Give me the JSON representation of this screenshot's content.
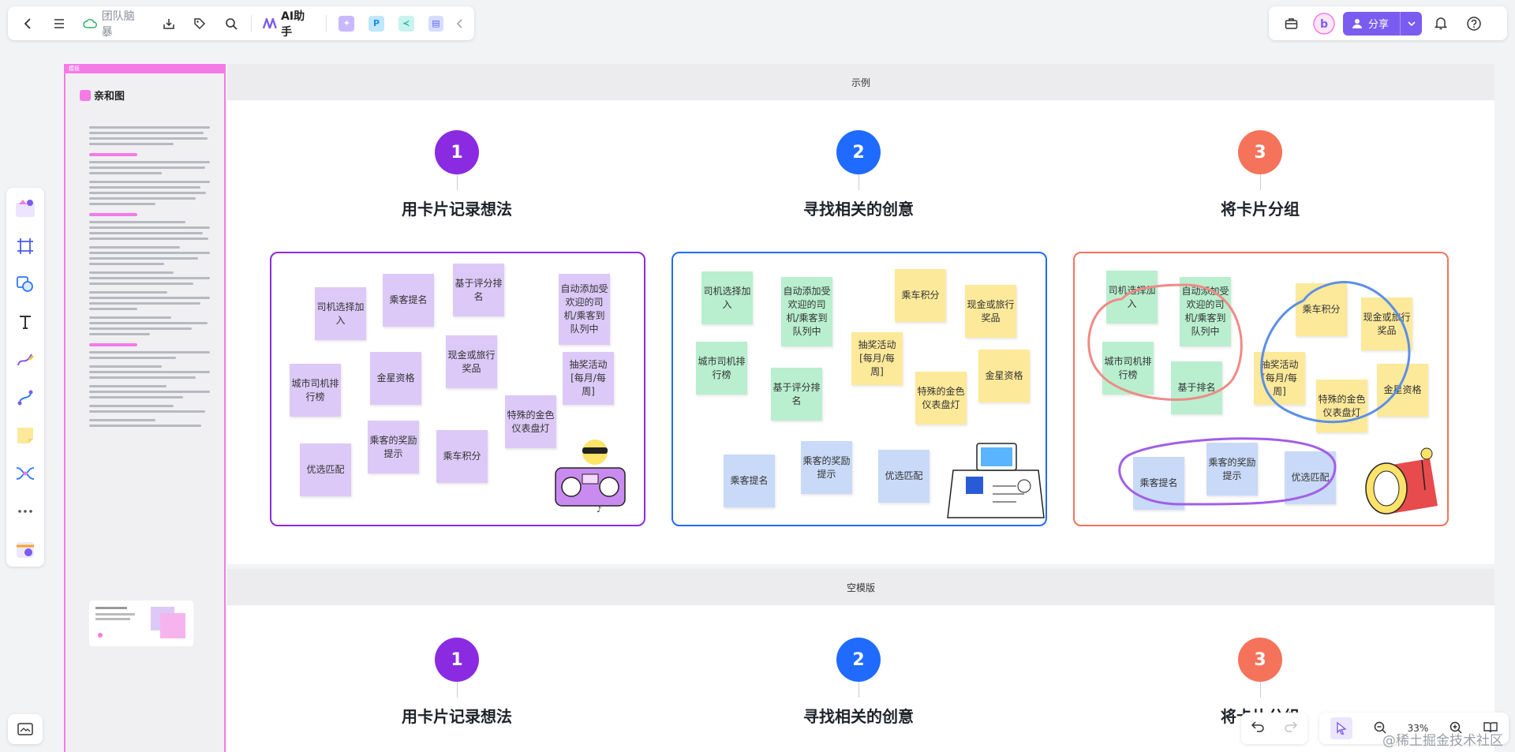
{
  "toolbar": {
    "doc_title": "团队脑暴",
    "ai_label": "AI助手",
    "app_icon_p": "P"
  },
  "topright": {
    "share_label": "分享"
  },
  "doc_panel": {
    "header": "模板",
    "title": "亲和图"
  },
  "sections": {
    "example_label": "示例",
    "blank_label": "空模版"
  },
  "steps": [
    {
      "number": "1",
      "title": "用卡片记录想法",
      "color": "#8a2be2"
    },
    {
      "number": "2",
      "title": "寻找相关的创意",
      "color": "#1f6bff"
    },
    {
      "number": "3",
      "title": "将卡片分组",
      "color": "#f5735a"
    }
  ],
  "frame1": {
    "notes": [
      "司机选择加入",
      "乘客提名",
      "基于评分排名",
      "自动添加受欢迎的司机/乘客到队列中",
      "城市司机排行榜",
      "金星资格",
      "现金或旅行奖品",
      "抽奖活动[每月/每周]",
      "特殊的金色仪表盘灯",
      "乘客的奖励提示",
      "乘车积分",
      "优选匹配"
    ]
  },
  "frame2": {
    "notes": [
      "司机选择加入",
      "自动添加受欢迎的司机/乘客到队列中",
      "乘车积分",
      "现金或旅行奖品",
      "城市司机排行榜",
      "基于评分排名",
      "抽奖活动[每月/每周]",
      "特殊的金色仪表盘灯",
      "金星资格",
      "乘客提名",
      "乘客的奖励提示",
      "优选匹配"
    ]
  },
  "frame3": {
    "notes": [
      "司机选择加入",
      "自动添加受欢迎的司机/乘客到队列中",
      "城市司机排行榜",
      "基于排名",
      "乘车积分",
      "现金或旅行奖品",
      "抽奖活动[每月/每周]",
      "特殊的金色仪表盘灯",
      "金星资格",
      "乘客提名",
      "乘客的奖励提示",
      "优选匹配"
    ]
  },
  "zoom": {
    "level": "33%"
  },
  "watermark": "@稀土掘金技术社区",
  "colors": {
    "accent": "#7b5cf0",
    "frame1": "#8a2be2",
    "frame2": "#1f6bff",
    "frame3": "#f5735a",
    "doc_pink": "#f47be6"
  }
}
